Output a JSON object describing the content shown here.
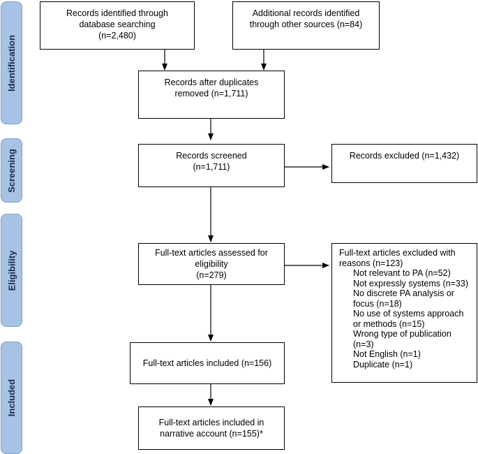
{
  "phases": {
    "identification": "Identification",
    "screening": "Screening",
    "eligibility": "Eligibility",
    "included": "Included"
  },
  "boxes": {
    "database": "Records identified through\ndatabase searching\n(n=2,480)",
    "other_sources": "Additional records identified\nthrough other sources (n=84)",
    "after_duplicates": "Records after duplicates\nremoved (n=1,711)",
    "screened": "Records screened\n(n=1,711)",
    "excluded": "Records excluded (n=1,432)",
    "assessed": "Full-text articles assessed for\neligibility\n(n=279)",
    "included": "Full-text articles included (n=156)",
    "narrative": "Full-text articles included in\nnarrative account (n=155)*"
  },
  "exclusions": {
    "heading": "Full-text articles excluded with\nreasons (n=123)",
    "reasons": [
      "Not relevant to PA (n=52)",
      "Not expressly systems (n=33)",
      "No discrete PA analysis or\nfocus (n=18)",
      "No use of systems approach\nor methods (n=15)",
      "Wrong type of publication\n(n=3)",
      "Not English (n=1)",
      "Duplicate (n=1)"
    ]
  }
}
